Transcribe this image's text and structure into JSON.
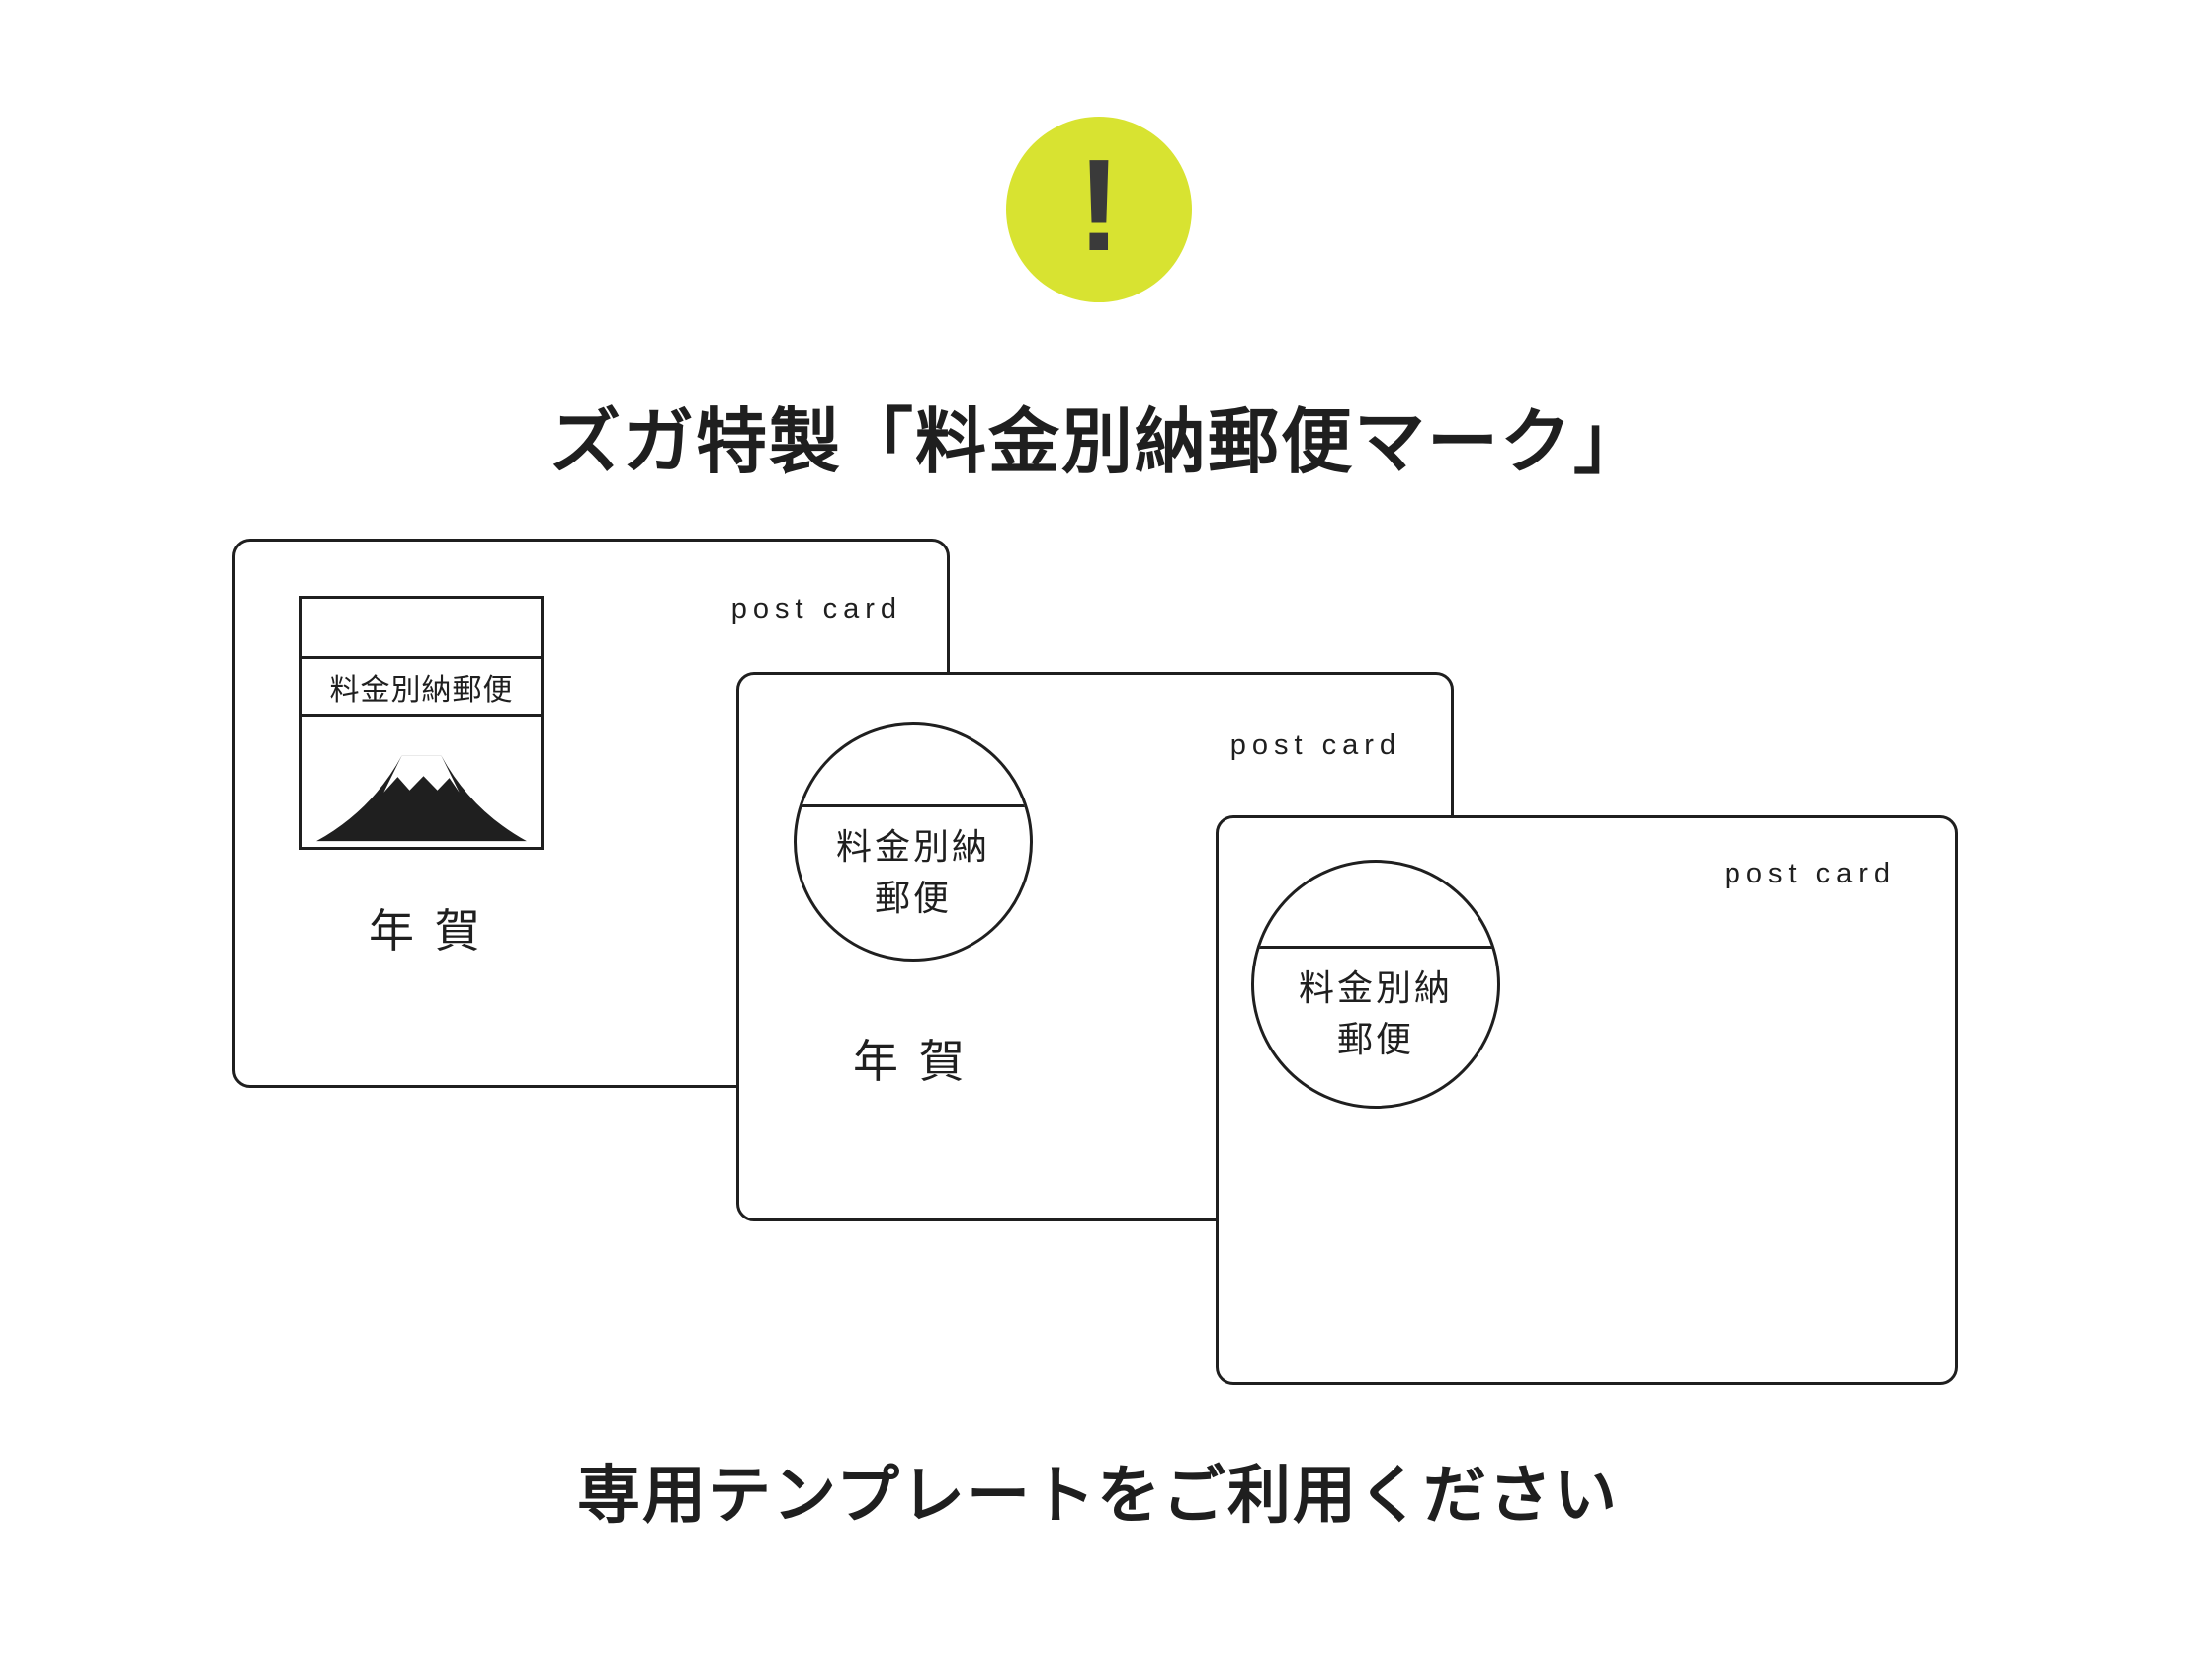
{
  "badge": {
    "icon": "!"
  },
  "title": "ズガ特製「料金別納郵便マーク」",
  "footer": "専用テンプレートをご利用ください",
  "cards": [
    {
      "label": "post card",
      "stamp": {
        "type": "rect",
        "text": "料金別納郵便",
        "illustration": "mount-fuji"
      },
      "caption": "年 賀"
    },
    {
      "label": "post card",
      "stamp": {
        "type": "circle",
        "line1": "料金別納",
        "line2": "郵便"
      },
      "caption": "年 賀"
    },
    {
      "label": "post card",
      "stamp": {
        "type": "circle",
        "line1": "料金別納",
        "line2": "郵便"
      }
    }
  ],
  "colors": {
    "badge_bg": "#d8e331",
    "badge_fg": "#3a3a3a",
    "ink": "#1f1f1f",
    "background": "#ffffff"
  }
}
